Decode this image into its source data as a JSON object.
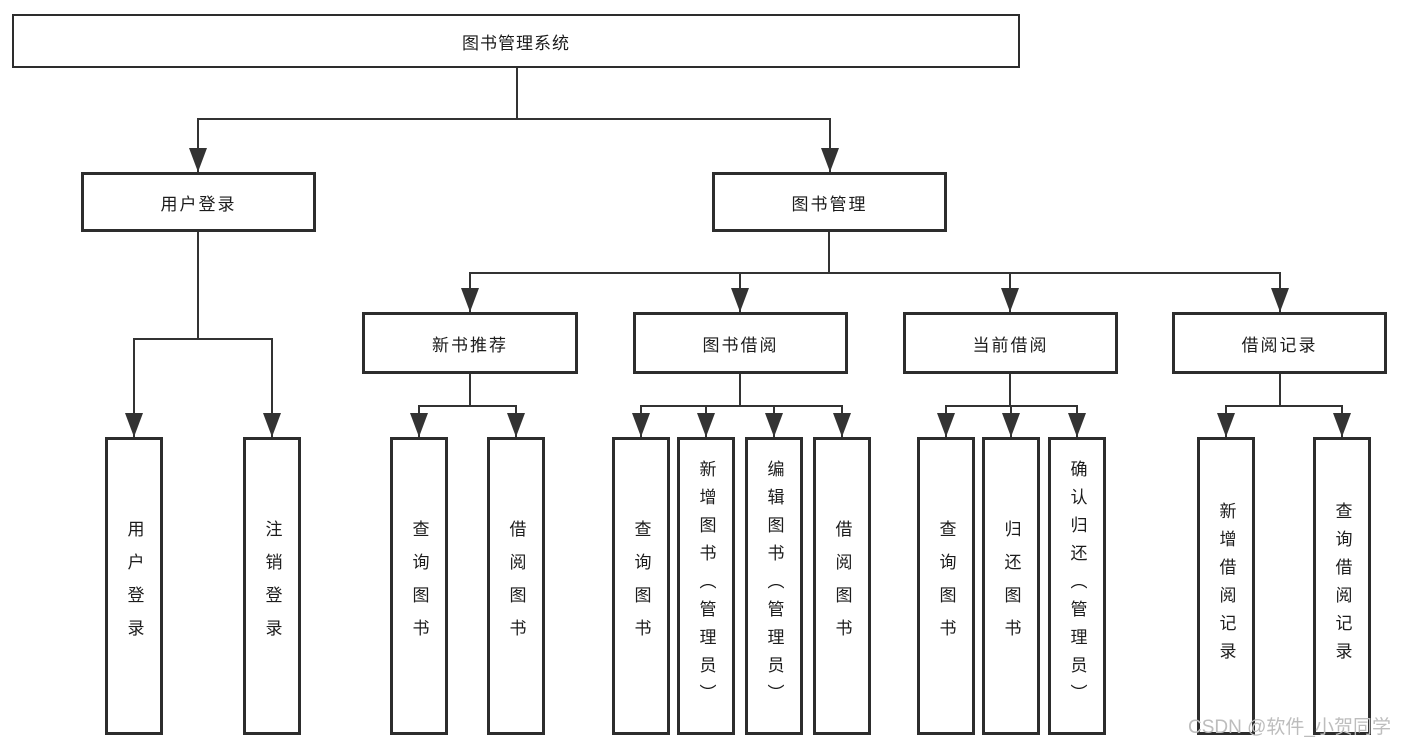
{
  "tree": {
    "root": "图书管理系统",
    "children": [
      {
        "label": "用户登录",
        "children": [
          "用户登录",
          "注销登录"
        ]
      },
      {
        "label": "图书管理",
        "children": [
          {
            "label": "新书推荐",
            "children": [
              "查询图书",
              "借阅图书"
            ]
          },
          {
            "label": "图书借阅",
            "children": [
              "查询图书",
              "新增图书（管理员）",
              "编辑图书（管理员）",
              "借阅图书"
            ]
          },
          {
            "label": "当前借阅",
            "children": [
              "查询图书",
              "归还图书",
              "确认归还（管理员）"
            ]
          },
          {
            "label": "借阅记录",
            "children": [
              "新增借阅记录",
              "查询借阅记录"
            ]
          }
        ]
      }
    ]
  },
  "watermark": {
    "text": "CSDN @软件_小贺同学",
    "color": "#bdbdbd"
  },
  "colors": {
    "line": "#333333",
    "border": "#2d2d2d",
    "text": "#1c1c1c",
    "background": "#ffffff"
  }
}
